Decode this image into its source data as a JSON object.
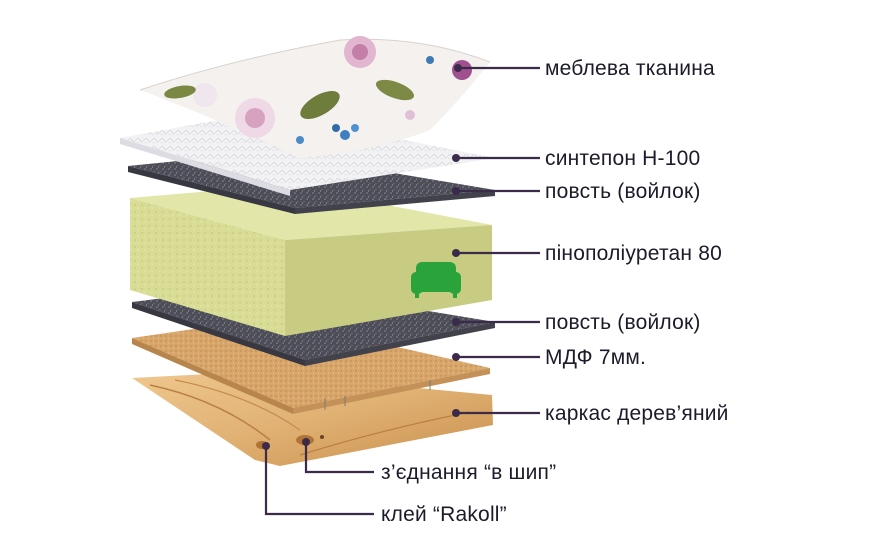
{
  "colors": {
    "leader": "#3b2a4a",
    "felt": "#4a4a55",
    "foam_top": "#dfe3a2",
    "foam_front": "#cfd38a",
    "foam_side": "#c3c67a",
    "mdf": "#d9a86b",
    "wood": "#e2b77a",
    "sofa_icon": "#2aa33a"
  },
  "icons": {
    "sofa": "sofa-icon"
  },
  "labels": {
    "fabric": "меблева тканина",
    "sintepon": "синтепон Н-100",
    "felt_top": "повсть (войлок)",
    "foam": "пінополіуретан 80",
    "felt_bottom": "повсть (войлок)",
    "mdf": "МДФ 7мм.",
    "frame": "каркас дерев’яний",
    "joint": "з’єднання “в шип”",
    "glue": "клей “Rakoll”"
  }
}
